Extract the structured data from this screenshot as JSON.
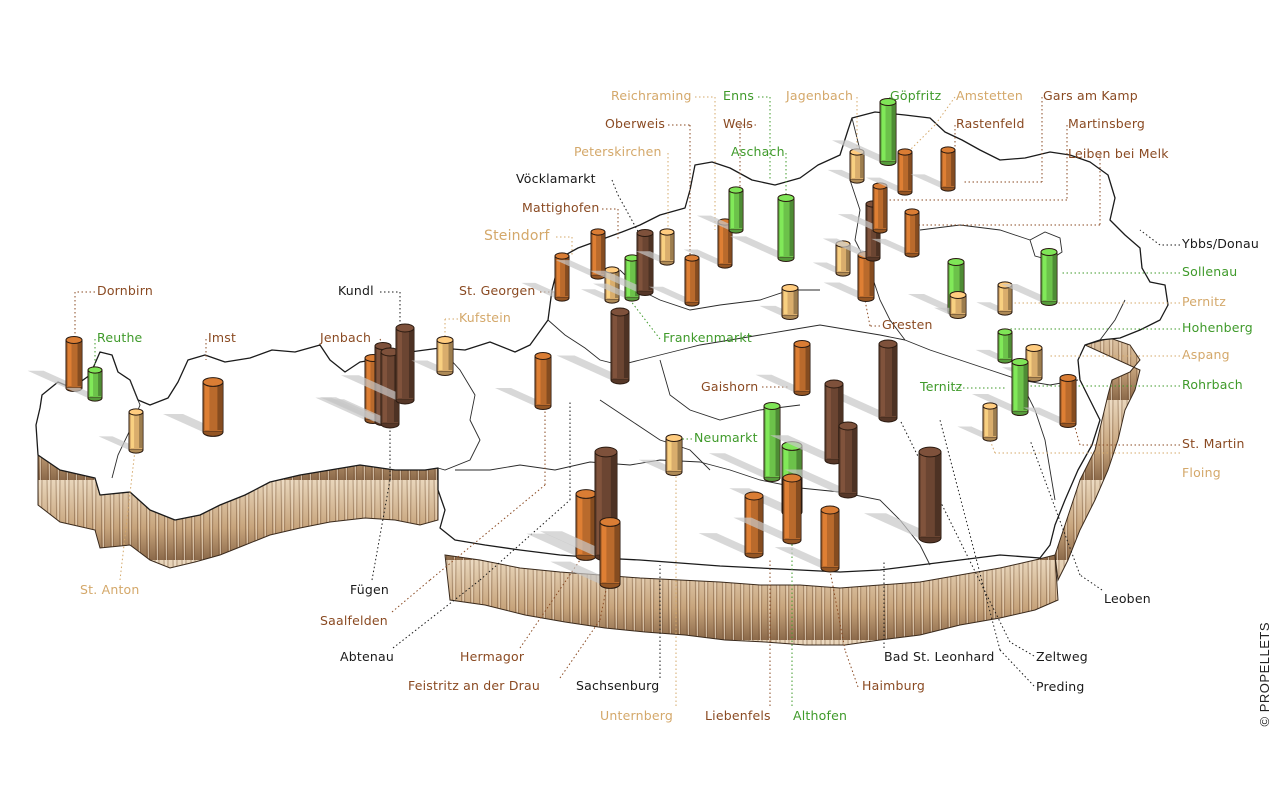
{
  "colors": {
    "green": "#3f9a2a",
    "brown": "#8a4a22",
    "tan": "#d4a86a",
    "dark": "#1a1a1a",
    "pillar_dark": "#6b4532",
    "pillar_orange": "#b96a2c",
    "pillar_tan": "#d9ad6c",
    "pillar_green": "#6cc24a"
  },
  "copyright": "© PROPELLETS",
  "labels": [
    {
      "id": "dornbirn",
      "text": "Dornbirn",
      "color": "brown",
      "align": "l"
    },
    {
      "id": "reuthe",
      "text": "Reuthe",
      "color": "green",
      "align": "l"
    },
    {
      "id": "imst",
      "text": "Imst",
      "color": "brown",
      "align": "l"
    },
    {
      "id": "kundl",
      "text": "Kundl",
      "color": "dark",
      "align": "l"
    },
    {
      "id": "jenbach",
      "text": "Jenbach",
      "color": "brown",
      "align": "l"
    },
    {
      "id": "st-georgen",
      "text": "St. Georgen",
      "color": "brown",
      "align": "l"
    },
    {
      "id": "kufstein",
      "text": "Kufstein",
      "color": "tan",
      "align": "l"
    },
    {
      "id": "steindorf",
      "text": "Steindorf",
      "color": "tan",
      "align": "l",
      "big": true
    },
    {
      "id": "mattighofen",
      "text": "Mattighofen",
      "color": "brown",
      "align": "l"
    },
    {
      "id": "voecklamarkt",
      "text": "Vöcklamarkt",
      "color": "dark",
      "align": "l"
    },
    {
      "id": "peterskirchen",
      "text": "Peterskirchen",
      "color": "tan",
      "align": "l"
    },
    {
      "id": "oberweis",
      "text": "Oberweis",
      "color": "brown",
      "align": "l"
    },
    {
      "id": "reichraming",
      "text": "Reichraming",
      "color": "tan",
      "align": "l"
    },
    {
      "id": "enns",
      "text": "Enns",
      "color": "green",
      "align": "l"
    },
    {
      "id": "wels",
      "text": "Wels",
      "color": "brown",
      "align": "l"
    },
    {
      "id": "aschach",
      "text": "Aschach",
      "color": "green",
      "align": "l"
    },
    {
      "id": "jagenbach",
      "text": "Jagenbach",
      "color": "tan",
      "align": "l"
    },
    {
      "id": "goepfritz",
      "text": "Göpfritz",
      "color": "green",
      "align": "l"
    },
    {
      "id": "amstetten",
      "text": "Amstetten",
      "color": "tan",
      "align": "l"
    },
    {
      "id": "rastenfeld",
      "text": "Rastenfeld",
      "color": "brown",
      "align": "l"
    },
    {
      "id": "gars-am-kamp",
      "text": "Gars am Kamp",
      "color": "brown",
      "align": "l"
    },
    {
      "id": "martinsberg",
      "text": "Martinsberg",
      "color": "brown",
      "align": "l"
    },
    {
      "id": "leiben-bei-melk",
      "text": "Leiben bei Melk",
      "color": "brown",
      "align": "l"
    },
    {
      "id": "ybbs-donau",
      "text": "Ybbs/Donau",
      "color": "dark",
      "align": "l"
    },
    {
      "id": "sollenau",
      "text": "Sollenau",
      "color": "green",
      "align": "l"
    },
    {
      "id": "pernitz",
      "text": "Pernitz",
      "color": "tan",
      "align": "l"
    },
    {
      "id": "hohenberg",
      "text": "Hohenberg",
      "color": "green",
      "align": "l"
    },
    {
      "id": "aspang",
      "text": "Aspang",
      "color": "tan",
      "align": "l"
    },
    {
      "id": "rohrbach",
      "text": "Rohrbach",
      "color": "green",
      "align": "l"
    },
    {
      "id": "st-martin",
      "text": "St. Martin",
      "color": "brown",
      "align": "l"
    },
    {
      "id": "floing",
      "text": "Floing",
      "color": "tan",
      "align": "l"
    },
    {
      "id": "frankenmarkt",
      "text": "Frankenmarkt",
      "color": "green",
      "align": "l"
    },
    {
      "id": "gresten",
      "text": "Gresten",
      "color": "brown",
      "align": "l"
    },
    {
      "id": "gaishorn",
      "text": "Gaishorn",
      "color": "brown",
      "align": "l"
    },
    {
      "id": "ternitz",
      "text": "Ternitz",
      "color": "green",
      "align": "l"
    },
    {
      "id": "neumarkt",
      "text": "Neumarkt",
      "color": "green",
      "align": "l"
    },
    {
      "id": "st-anton",
      "text": "St. Anton",
      "color": "tan",
      "align": "l"
    },
    {
      "id": "fuegen",
      "text": "Fügen",
      "color": "dark",
      "align": "l"
    },
    {
      "id": "saalfelden",
      "text": "Saalfelden",
      "color": "brown",
      "align": "l"
    },
    {
      "id": "abtenau",
      "text": "Abtenau",
      "color": "dark",
      "align": "l"
    },
    {
      "id": "hermagor",
      "text": "Hermagor",
      "color": "brown",
      "align": "l"
    },
    {
      "id": "feistritz",
      "text": "Feistritz an der Drau",
      "color": "brown",
      "align": "l"
    },
    {
      "id": "sachsenburg",
      "text": "Sachsenburg",
      "color": "dark",
      "align": "l"
    },
    {
      "id": "unternberg",
      "text": "Unternberg",
      "color": "tan",
      "align": "l"
    },
    {
      "id": "liebenfels",
      "text": "Liebenfels",
      "color": "brown",
      "align": "l"
    },
    {
      "id": "althofen",
      "text": "Althofen",
      "color": "green",
      "align": "l"
    },
    {
      "id": "haimburg",
      "text": "Haimburg",
      "color": "brown",
      "align": "l"
    },
    {
      "id": "bad-st-leonhard",
      "text": "Bad St. Leonhard",
      "color": "dark",
      "align": "l"
    },
    {
      "id": "zeltweg",
      "text": "Zeltweg",
      "color": "dark",
      "align": "l"
    },
    {
      "id": "preding",
      "text": "Preding",
      "color": "dark",
      "align": "l"
    },
    {
      "id": "leoben",
      "text": "Leoben",
      "color": "dark",
      "align": "l"
    }
  ]
}
